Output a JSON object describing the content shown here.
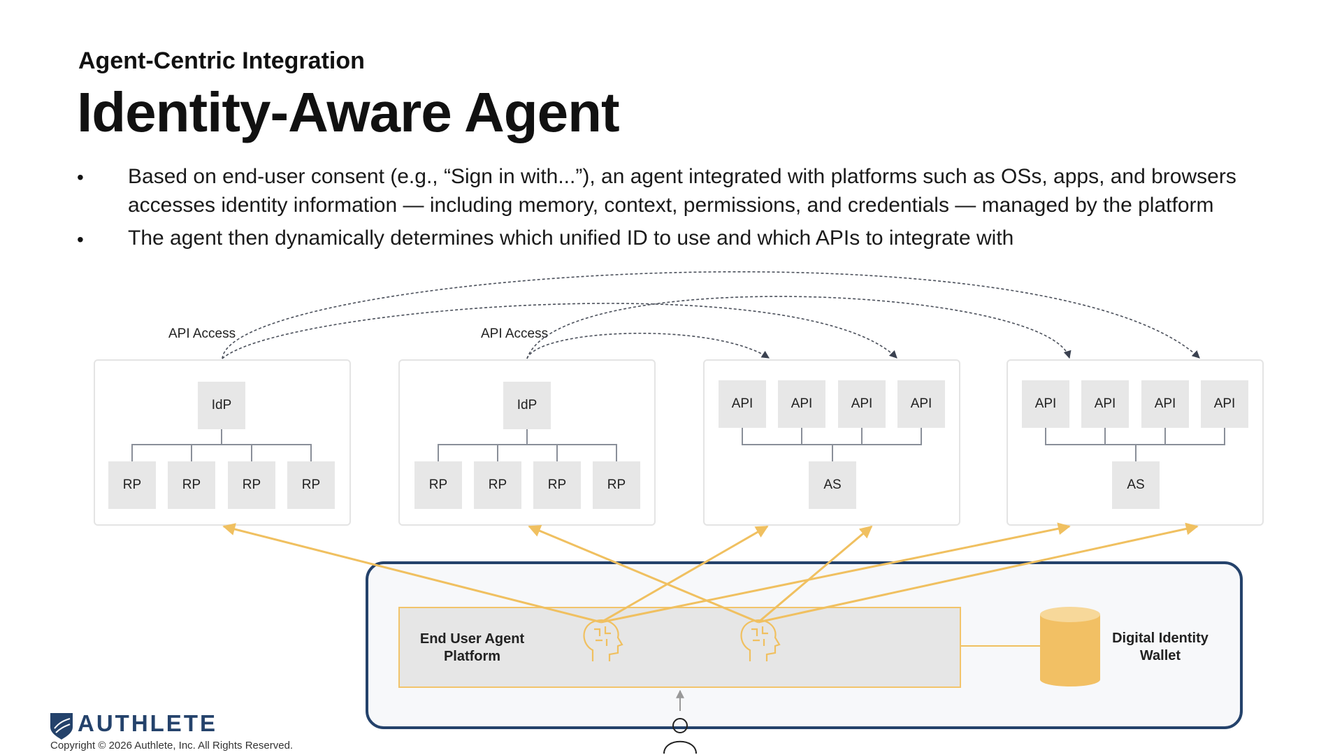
{
  "header": {
    "subtitle": "Agent-Centric Integration",
    "title": "Identity-Aware Agent"
  },
  "bullets": [
    {
      "symbol": "•",
      "lines": [
        "Based on end-user consent (e.g., “Sign in with...”), an agent integrated with platforms such as OSs, apps, and browsers",
        "accesses identity information — including memory, context, permissions, and credentials — managed by the platform"
      ]
    },
    {
      "symbol": "•",
      "lines": [
        "The agent then dynamically determines which unified ID to use and which APIs to integrate with"
      ]
    }
  ],
  "diagram": {
    "api_access_labels": [
      "API Access",
      "API Access"
    ],
    "idp_groups": [
      {
        "top": "IdP",
        "children": [
          "RP",
          "RP",
          "RP",
          "RP"
        ]
      },
      {
        "top": "IdP",
        "children": [
          "RP",
          "RP",
          "RP",
          "RP"
        ]
      }
    ],
    "api_groups": [
      {
        "apis": [
          "API",
          "API",
          "API",
          "API"
        ],
        "server": "AS"
      },
      {
        "apis": [
          "API",
          "API",
          "API",
          "API"
        ],
        "server": "AS"
      }
    ],
    "platform_label": "End User Agent\nPlatform",
    "wallet_label": "Digital Identity\nWallet",
    "colors": {
      "agent_arrow": "#f0c060",
      "frame": "#24426b",
      "node": "#e7e7e7",
      "wallet": "#f2c064",
      "dashed": "#444444"
    }
  },
  "footer": {
    "logo": "AUTHLETE",
    "copyright": "Copyright © 2026 Authlete, Inc. All Rights Reserved."
  }
}
